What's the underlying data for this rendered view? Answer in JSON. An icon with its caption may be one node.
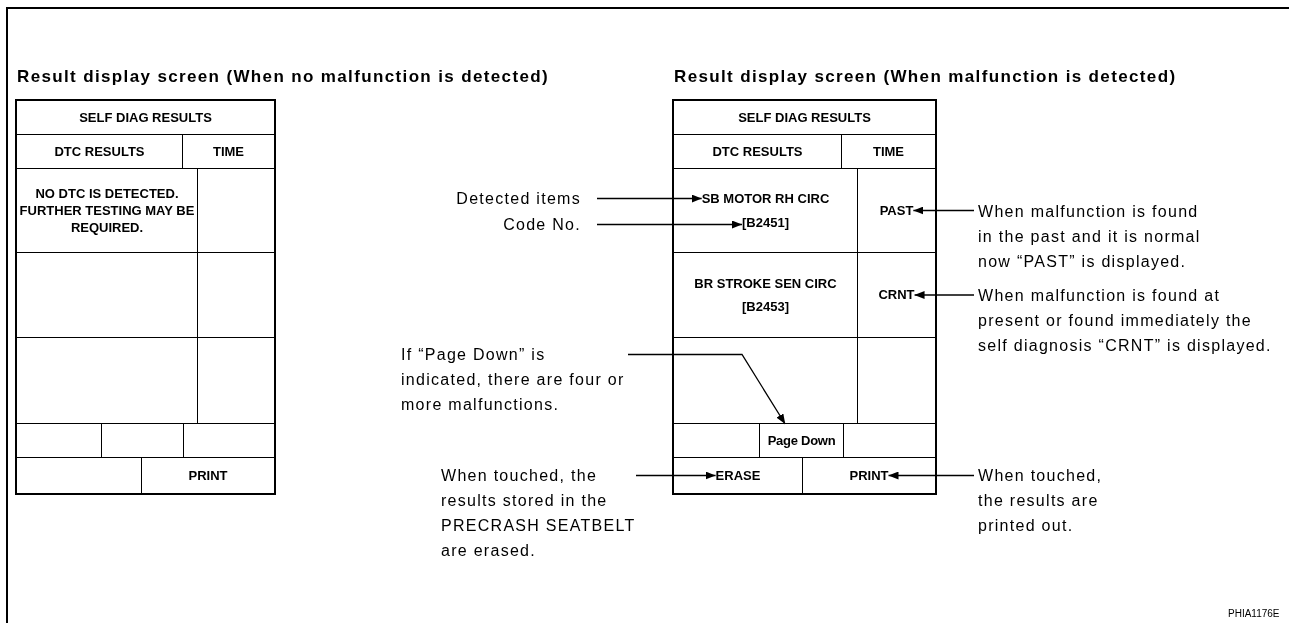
{
  "diagram": {
    "nodes": [
      {
        "text": [],
        "shape": "box"
      },
      {
        "text": [
          "SELF DIAG RESULTS"
        ],
        "in": 0
      },
      {
        "text": [
          "DTC RESULTS"
        ],
        "in": 0
      },
      {
        "text": [
          "TIME"
        ],
        "in": 0
      },
      {
        "text": [
          "NO DTC IS DETECTED. FURTHER TESTING MAY BE REQUIRED."
        ],
        "in": 0
      },
      {
        "text": [],
        "shape": "box",
        "in": 0
      },
      {
        "text": [],
        "shape": "box",
        "in": 0
      },
      {
        "text": [],
        "shape": "box",
        "in": 0
      },
      {
        "text": [],
        "shape": "box",
        "in": 0
      },
      {
        "text": [],
        "shape": "box",
        "in": 0
      },
      {
        "text": [],
        "shape": "box",
        "in": 0
      },
      {
        "text": [],
        "shape": "box",
        "in": 0
      },
      {
        "text": [],
        "shape": "box",
        "in": 0
      },
      {
        "text": [],
        "shape": "box",
        "in": 0
      },
      {
        "text": [
          "PRINT"
        ],
        "in": 0
      },
      {
        "text": [],
        "shape": "box"
      },
      {
        "text": [
          "SELF DIAG RESULTS"
        ],
        "in": 15
      },
      {
        "text": [
          "DTC RESULTS"
        ],
        "in": 15
      },
      {
        "text": [
          "TIME"
        ],
        "in": 15
      },
      {
        "text": [],
        "shape": "box",
        "in": 15
      },
      {
        "text": [
          "SB MOTOR RH CIRC"
        ],
        "in": 19
      },
      {
        "text": [
          "[B2451]"
        ],
        "in": 19
      },
      {
        "text": [],
        "shape": "box",
        "in": 15
      },
      {
        "text": [
          "PAST"
        ],
        "in": 22
      },
      {
        "text": [
          "BR STROKE SEN CIRC",
          "[B2453]"
        ],
        "in": 15
      },
      {
        "text": [],
        "shape": "box",
        "in": 15
      },
      {
        "text": [
          "CRNT"
        ],
        "in": 25
      },
      {
        "text": [],
        "shape": "box",
        "in": 15
      },
      {
        "text": [],
        "shape": "box",
        "in": 15
      },
      {
        "text": [],
        "shape": "box",
        "in": 15
      },
      {
        "text": [
          "Page Down"
        ],
        "in": 15
      },
      {
        "text": [],
        "shape": "box",
        "in": 15
      },
      {
        "text": [],
        "shape": "box",
        "in": 15
      },
      {
        "text": [
          "ERASE"
        ],
        "in": 32
      },
      {
        "text": [],
        "shape": "box",
        "in": 15
      },
      {
        "text": [
          "PRINT"
        ],
        "in": 34
      },
      {
        "text": [
          "Detected items"
        ]
      },
      {
        "text": [
          "Code No."
        ]
      },
      {
        "text": [
          "If “Page Down” is indicated, there are four or more malfunctions."
        ]
      },
      {
        "text": [
          "When touched, the results stored in the PRECRASH SEATBELT are erased."
        ]
      },
      {
        "text": [
          "When malfunction is found in the past and it is normal now “PAST” is displayed."
        ]
      },
      {
        "text": [
          "When malfunction is found at present or found immediately the self diagnosis “CRNT” is displayed."
        ]
      },
      {
        "text": [
          "When touched, the results are printed out."
        ]
      }
    ],
    "edges": [
      {
        "from": 36,
        "to": 20,
        "arrow": "to"
      },
      {
        "from": 37,
        "to": 21,
        "arrow": "to"
      },
      {
        "from": 38,
        "to": 30,
        "arrow": "to"
      },
      {
        "from": 39,
        "to": 33,
        "arrow": "to"
      },
      {
        "from": 40,
        "to": 23,
        "arrow": "to"
      },
      {
        "from": 41,
        "to": 26,
        "arrow": "to"
      },
      {
        "from": 42,
        "to": 35,
        "arrow": "to"
      }
    ],
    "labels": [
      "Result display screen (When no malfunction is detected)",
      "Result display screen (When malfunction is detected)",
      "PHIA1176E"
    ]
  }
}
